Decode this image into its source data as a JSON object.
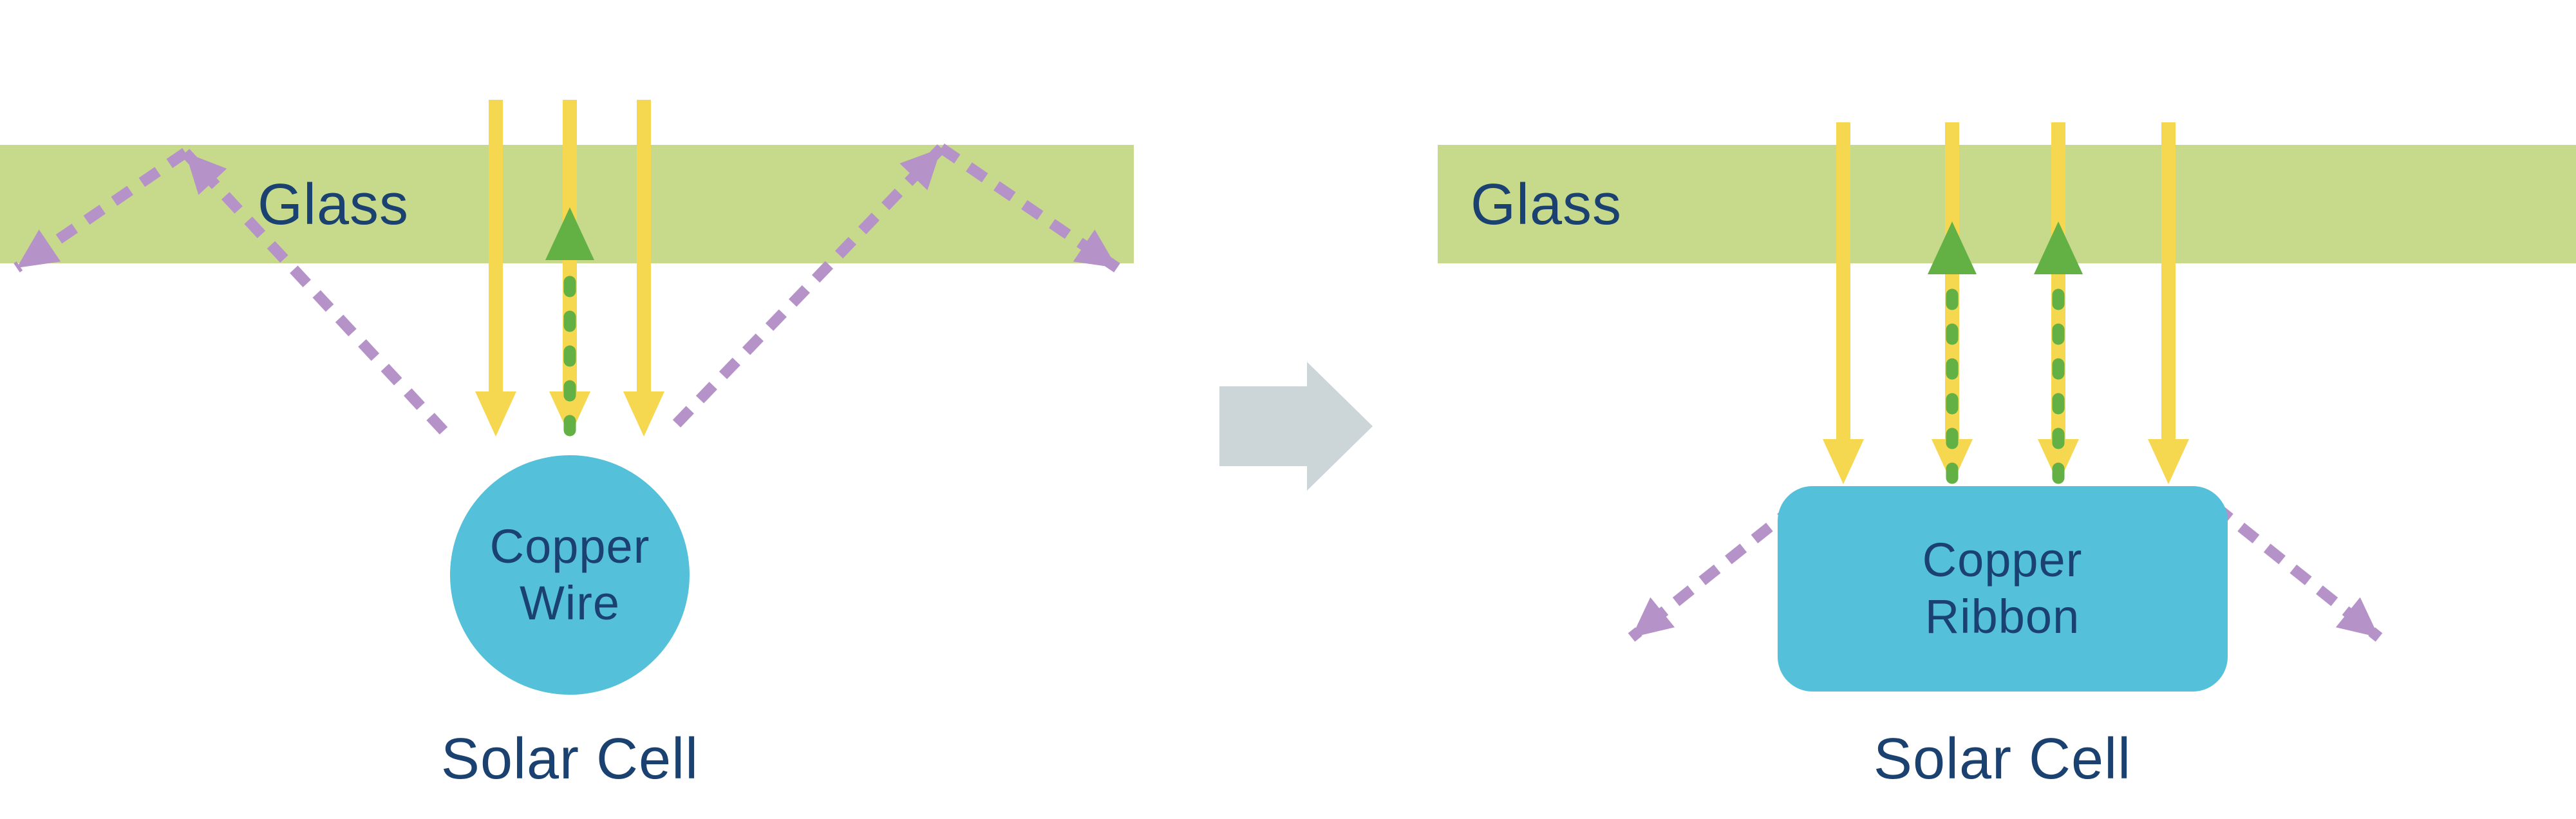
{
  "colors": {
    "glass_green": "#c7da8c",
    "light_yellow": "#f6d750",
    "green_arrow": "#63b145",
    "purple_arrow": "#b592c8",
    "copper_blue": "#55c0d9",
    "label_navy": "#1a416f",
    "transform_gray": "#ccd5d8"
  },
  "left_panel": {
    "glass_label": "Glass",
    "component_line1": "Copper",
    "component_line2": "Wire",
    "caption": "Solar Cell"
  },
  "right_panel": {
    "glass_label": "Glass",
    "component_line1": "Copper",
    "component_line2": "Ribbon",
    "caption": "Solar Cell"
  },
  "elements": {
    "sunlight_arrow": "yellow-down-arrow",
    "transmitted_light_arrow": "green-dashed-up-arrow",
    "reflected_light_arrow": "purple-dashed-arrow",
    "transform_arrow": "gray-right-block-arrow"
  }
}
